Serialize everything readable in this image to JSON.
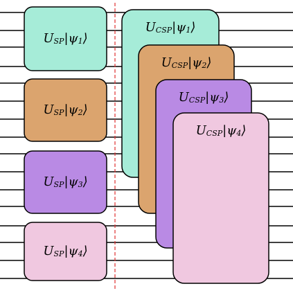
{
  "colors": {
    "psi1": "#a6ecd8",
    "psi2": "#dba46e",
    "psi3": "#b98ae4",
    "psi4": "#f0c8e0",
    "wire": "#000000",
    "divider": "#e03030",
    "border": "#000000"
  },
  "sp_gates": [
    {
      "op": "U",
      "sub": "SP",
      "state": "|ψ",
      "index": "1",
      "close": "⟩",
      "color_key": "psi1"
    },
    {
      "op": "U",
      "sub": "SP",
      "state": "|ψ",
      "index": "2",
      "close": "⟩",
      "color_key": "psi2"
    },
    {
      "op": "U",
      "sub": "SP",
      "state": "|ψ",
      "index": "3",
      "close": "⟩",
      "color_key": "psi3"
    },
    {
      "op": "U",
      "sub": "SP",
      "state": "|ψ",
      "index": "4",
      "close": "⟩",
      "color_key": "psi4"
    }
  ],
  "csp_gates": [
    {
      "op": "U",
      "sub": "CSP",
      "state": "|ψ",
      "index": "1",
      "close": "⟩",
      "color_key": "psi1"
    },
    {
      "op": "U",
      "sub": "CSP",
      "state": "|ψ",
      "index": "2",
      "close": "⟩",
      "color_key": "psi2"
    },
    {
      "op": "U",
      "sub": "CSP",
      "state": "|ψ",
      "index": "3",
      "close": "⟩",
      "color_key": "psi3"
    },
    {
      "op": "U",
      "sub": "CSP",
      "state": "|ψ",
      "index": "4",
      "close": "⟩",
      "color_key": "psi4"
    }
  ]
}
